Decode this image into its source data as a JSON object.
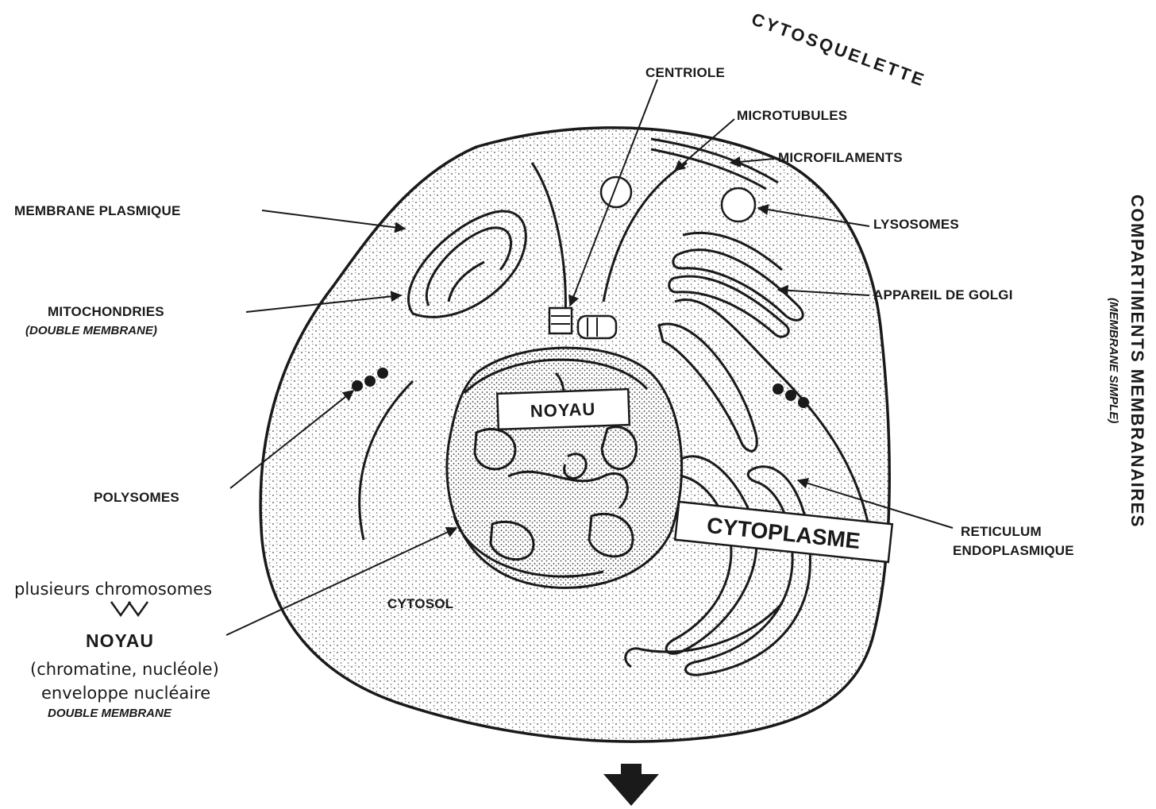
{
  "labels": {
    "cytosquelette": "CYTOSQUELETTE",
    "centriole": "CENTRIOLE",
    "microtubules": "MICROTUBULES",
    "microfilaments": "MICROFILAMENTS",
    "lysosomes": "LYSOSOMES",
    "golgi": "APPAREIL DE GOLGI",
    "membrane_plasmique": "MEMBRANE PLASMIQUE",
    "mitochondries": "MITOCHONDRIES",
    "mitochondries_note": "(DOUBLE MEMBRANE)",
    "polysomes": "POLYSOMES",
    "reticulum_line1": "RETICULUM",
    "reticulum_line2": "ENDOPLASMIQUE",
    "noyau_box": "NOYAU",
    "cytoplasme_box": "CYTOPLASME",
    "cytosol": "CYTOSOL",
    "compartiments": "COMPARTIMENTS MEMBRANAIRES",
    "compartiments_note": "(MEMBRANE SIMPLE)",
    "chromosomes": "plusieurs chromosomes",
    "noyau_left": "NOYAU",
    "noyau_detail": "(chromatine, nucléole)",
    "enveloppe": "enveloppe nucléaire",
    "double_membrane": "DOUBLE MEMBRANE"
  }
}
